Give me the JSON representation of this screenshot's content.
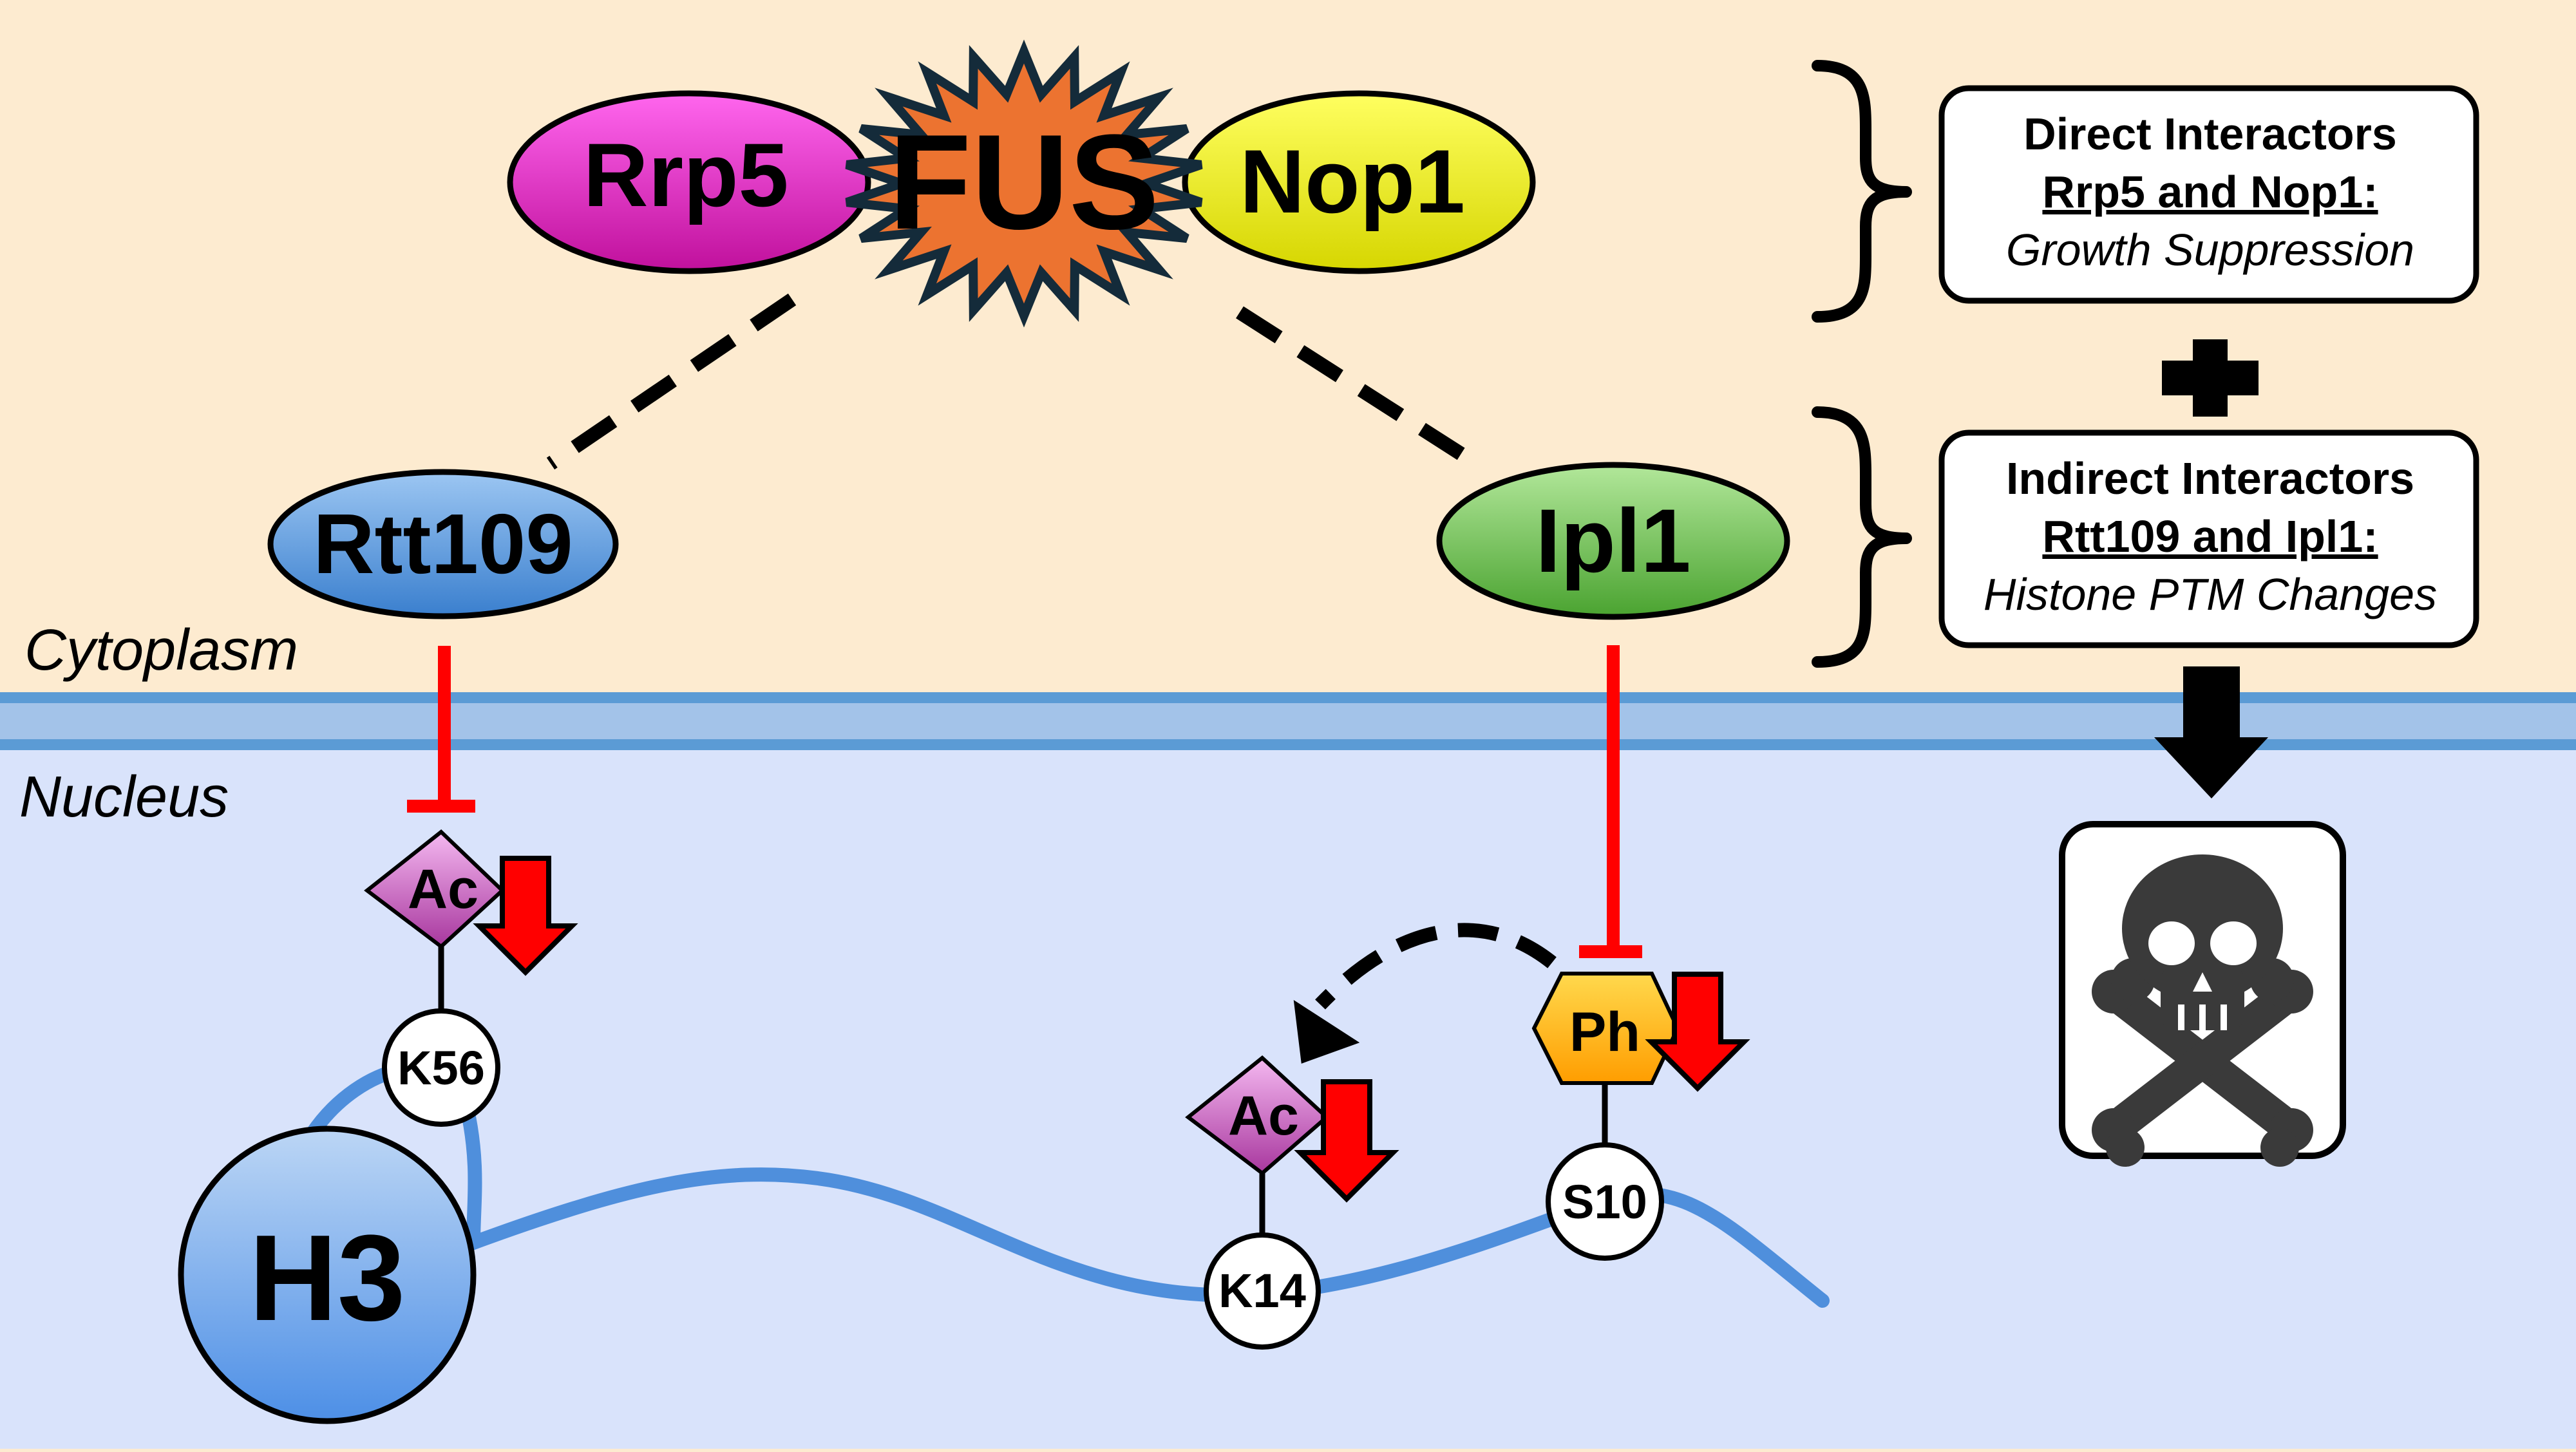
{
  "regions": {
    "cytoplasm_label": "Cytoplasm",
    "nucleus_label": "Nucleus"
  },
  "proteins": {
    "fus": "FUS",
    "rrp5": "Rrp5",
    "nop1": "Nop1",
    "rtt109": "Rtt109",
    "ipl1": "Ipl1"
  },
  "histone": {
    "name": "H3",
    "residues": {
      "k56": "K56",
      "k14": "K14",
      "s10": "S10"
    },
    "marks": {
      "acetyl_k56": "Ac",
      "acetyl_k14": "Ac",
      "phospho_s10": "Ph"
    }
  },
  "summary": {
    "direct_title": "Direct Interactors",
    "direct_names": "Rrp5 and Nop1:",
    "direct_effect": "Growth Suppression",
    "indirect_title": "Indirect Interactors",
    "indirect_names": "Rtt109 and Ipl1:",
    "indirect_effect": "Histone PTM Changes"
  },
  "icons": {
    "plus": "plus-icon",
    "down_arrow": "down-arrow-icon",
    "death": "skull-crossbones-icon",
    "brace": "curly-brace-icon"
  },
  "colors": {
    "cytoplasm_bg": "#fdebd0",
    "nucleus_bg": "#d9e3fb",
    "membrane": "#5b9bd5",
    "fus": "#ec7330",
    "rrp5": "#e020c8",
    "nop1": "#f2f20a",
    "rtt109": "#4e93dc",
    "ipl1": "#5bb542",
    "inhibition": "#ff0000",
    "acetyl": "#c060c0",
    "phospho": "#ffc000"
  }
}
